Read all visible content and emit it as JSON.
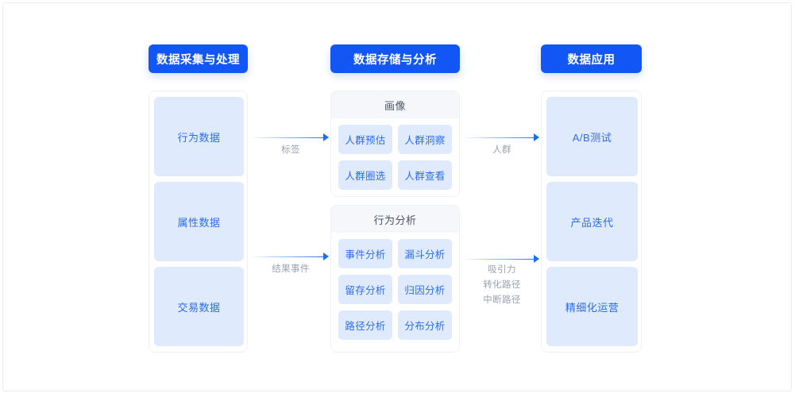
{
  "colors": {
    "accent": "#1257f5",
    "card_bg": "#dfeafc",
    "card_text": "#2c6cf0",
    "panel_header_bg": "#f5f7fa",
    "label_text": "#9aa3b0",
    "border": "#eef1f7"
  },
  "headers": [
    {
      "label": "数据采集与处理"
    },
    {
      "label": "数据存储与分析"
    },
    {
      "label": "数据应用"
    }
  ],
  "columns": {
    "left": {
      "cards": [
        {
          "label": "行为数据"
        },
        {
          "label": "属性数据"
        },
        {
          "label": "交易数据"
        }
      ]
    },
    "right": {
      "cards": [
        {
          "label": "A/B测试"
        },
        {
          "label": "产品迭代"
        },
        {
          "label": "精细化运营"
        }
      ]
    }
  },
  "panels": [
    {
      "title": "画像",
      "chips": [
        {
          "label": "人群预估"
        },
        {
          "label": "人群洞察"
        },
        {
          "label": "人群圈选"
        },
        {
          "label": "人群查看"
        }
      ]
    },
    {
      "title": "行为分析",
      "chips": [
        {
          "label": "事件分析"
        },
        {
          "label": "漏斗分析"
        },
        {
          "label": "留存分析"
        },
        {
          "label": "归因分析"
        },
        {
          "label": "路径分析"
        },
        {
          "label": "分布分析"
        }
      ]
    }
  ],
  "arrows": [
    {
      "label": "标签"
    },
    {
      "label": "结果事件"
    },
    {
      "label": "人群"
    },
    {
      "label_line1": "吸引力",
      "label_line2": "转化路径",
      "label_line3": "中断路径"
    }
  ]
}
